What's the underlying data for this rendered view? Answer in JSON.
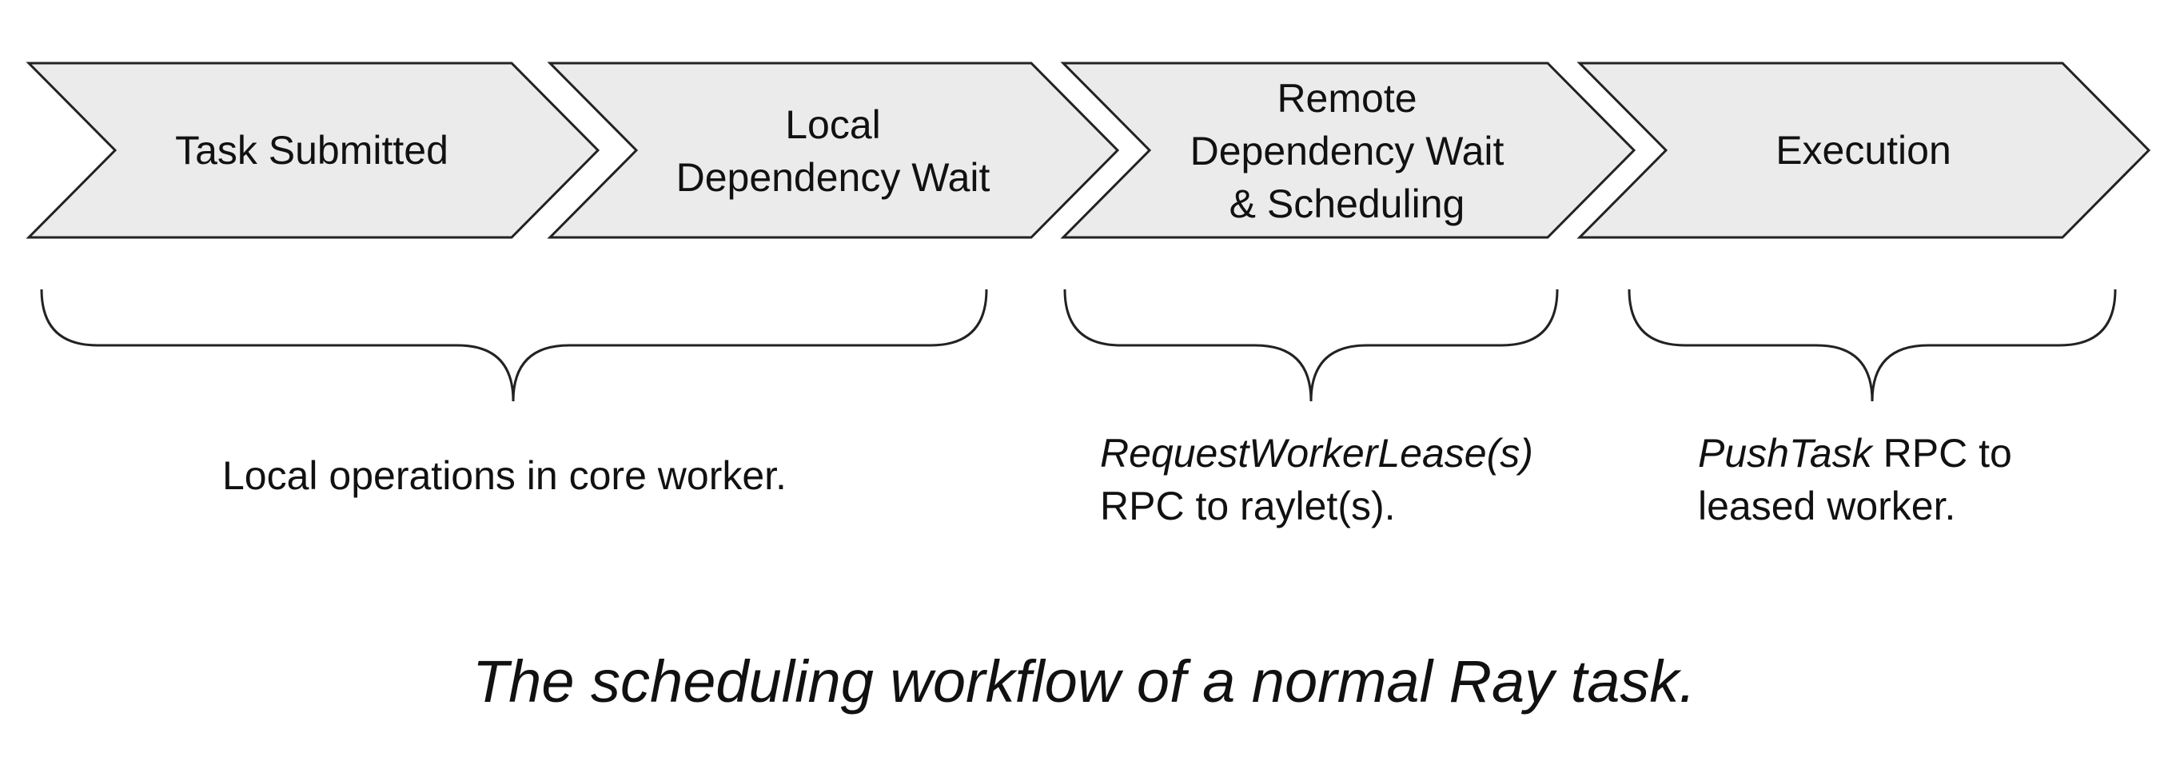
{
  "colors": {
    "stage_fill": "#ebebeb",
    "stroke": "#222222",
    "text": "#111111"
  },
  "stages": [
    {
      "lines": [
        "Task Submitted"
      ]
    },
    {
      "lines": [
        "Local",
        "Dependency Wait"
      ]
    },
    {
      "lines": [
        "Remote",
        "Dependency Wait",
        "& Scheduling"
      ]
    },
    {
      "lines": [
        "Execution"
      ]
    }
  ],
  "groups": [
    {
      "note": {
        "line1_italic": "",
        "line1_rest": "Local operations in core worker.",
        "line2": ""
      }
    },
    {
      "note": {
        "line1_italic": "RequestWorkerLease(s)",
        "line1_rest": "",
        "line2": "RPC to raylet(s)."
      }
    },
    {
      "note": {
        "line1_italic": "PushTask",
        "line1_rest": " RPC to",
        "line2": "leased worker."
      }
    }
  ],
  "caption": "The scheduling workflow of a normal Ray task."
}
